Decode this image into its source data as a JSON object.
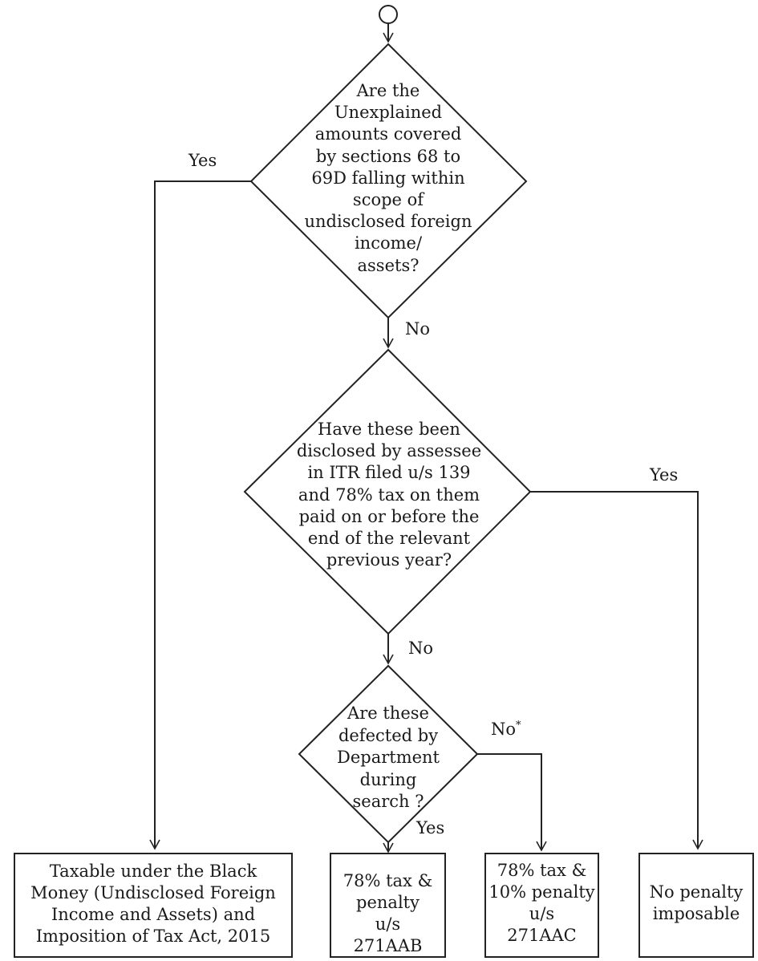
{
  "decisions": {
    "d1": {
      "lines": [
        "Are the",
        "Unexplained",
        "amounts covered",
        "by sections 68 to",
        "69D falling within",
        "scope of",
        "undisclosed foreign",
        "income/",
        "assets?"
      ]
    },
    "d2": {
      "lines": [
        "Have these been",
        "disclosed by assessee",
        "in ITR filed u/s 139",
        "and 78% tax on them",
        "paid on or before the",
        "end of the relevant",
        "previous year?"
      ]
    },
    "d3": {
      "lines": [
        "Are these",
        "defected by",
        "Department",
        "during",
        "search ?"
      ]
    }
  },
  "edge_labels": {
    "d1_yes": "Yes",
    "d1_no": "No",
    "d2_yes": "Yes",
    "d2_no": "No",
    "d3_yes": "Yes",
    "d3_no": "No",
    "d3_no_mark": "*"
  },
  "outcomes": {
    "black_money": {
      "lines": [
        "Taxable under the Black",
        "Money (Undisclosed Foreign",
        "Income and Assets) and",
        "Imposition of Tax Act, 2015"
      ]
    },
    "penalty_271aab": {
      "lines": [
        "78% tax &",
        "penalty",
        "u/s",
        "271AAB"
      ]
    },
    "penalty_271aac": {
      "lines": [
        "78% tax &",
        "10% penalty",
        "u/s",
        "271AAC"
      ]
    },
    "no_penalty": {
      "lines": [
        "No penalty",
        "imposable"
      ]
    }
  }
}
